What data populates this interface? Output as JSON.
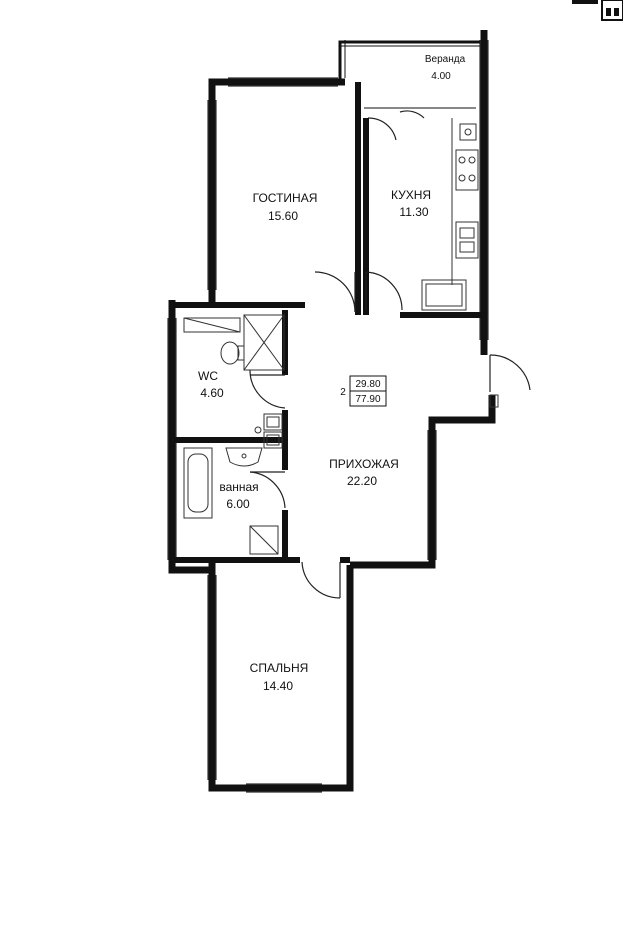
{
  "rooms": {
    "veranda": {
      "name": "Веранда",
      "area": "4.00"
    },
    "kitchen": {
      "name": "КУХНЯ",
      "area": "11.30"
    },
    "living": {
      "name": "ГОСТИНАЯ",
      "area": "15.60"
    },
    "wc": {
      "name": "WC",
      "area": "4.60"
    },
    "bathroom": {
      "name": "ванная",
      "area": "6.00"
    },
    "hallway": {
      "name": "ПРИХОЖАЯ",
      "area": "22.20"
    },
    "bedroom": {
      "name": "СПАЛЬНЯ",
      "area": "14.40"
    }
  },
  "summary": {
    "room_count": "2",
    "living_area": "29.80",
    "total_area": "77.90"
  },
  "colors": {
    "wall": "#111111",
    "line": "#333333",
    "background": "#ffffff"
  }
}
